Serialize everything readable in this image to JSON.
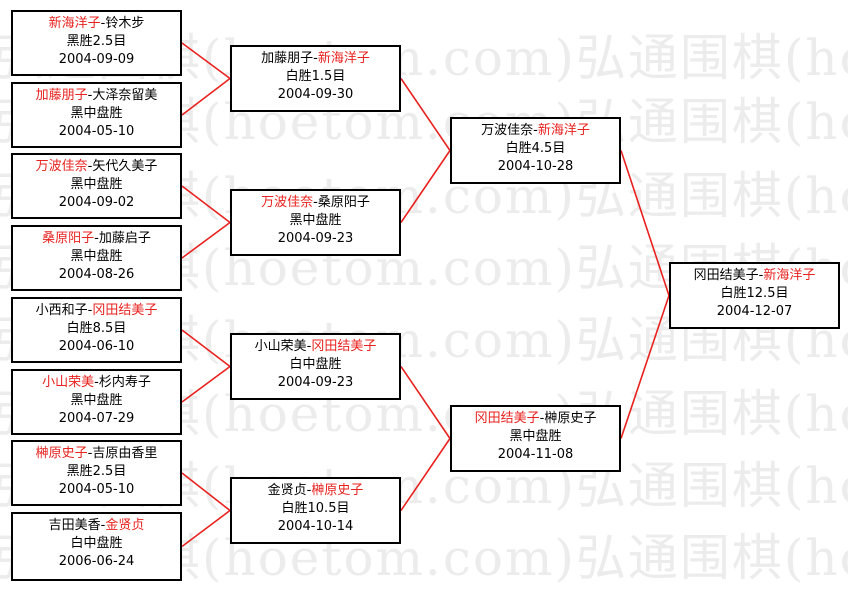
{
  "watermark_text": "弘通围棋(hoetom.com)弘通围棋(hoetom.com)弘通围棋",
  "colors": {
    "winner": "#e8221e",
    "connector": "#e8221e",
    "border": "#000000"
  },
  "matches": [
    {
      "id": "r1m1",
      "p1": "新海洋子",
      "p2": "铃木步",
      "winner": 1,
      "result": "黑胜2.5目",
      "date": "2004-09-09"
    },
    {
      "id": "r1m2",
      "p1": "加藤朋子",
      "p2": "大泽奈留美",
      "winner": 1,
      "result": "黑中盘胜",
      "date": "2004-05-10"
    },
    {
      "id": "r1m3",
      "p1": "万波佳奈",
      "p2": "矢代久美子",
      "winner": 1,
      "result": "黑中盘胜",
      "date": "2004-09-02"
    },
    {
      "id": "r1m4",
      "p1": "桑原阳子",
      "p2": "加藤启子",
      "winner": 1,
      "result": "黑中盘胜",
      "date": "2004-08-26"
    },
    {
      "id": "r1m5",
      "p1": "小西和子",
      "p2": "冈田结美子",
      "winner": 2,
      "result": "白胜8.5目",
      "date": "2004-06-10"
    },
    {
      "id": "r1m6",
      "p1": "小山荣美",
      "p2": "杉内寿子",
      "winner": 1,
      "result": "黑中盘胜",
      "date": "2004-07-29"
    },
    {
      "id": "r1m7",
      "p1": "榊原史子",
      "p2": "吉原由香里",
      "winner": 1,
      "result": "黑胜2.5目",
      "date": "2004-05-10"
    },
    {
      "id": "r1m8",
      "p1": "吉田美香",
      "p2": "金贤贞",
      "winner": 2,
      "result": "白中盘胜",
      "date": "2006-06-24"
    },
    {
      "id": "r2m1",
      "p1": "加藤朋子",
      "p2": "新海洋子",
      "winner": 2,
      "result": "白胜1.5目",
      "date": "2004-09-30"
    },
    {
      "id": "r2m2",
      "p1": "万波佳奈",
      "p2": "桑原阳子",
      "winner": 1,
      "result": "黑中盘胜",
      "date": "2004-09-23"
    },
    {
      "id": "r2m3",
      "p1": "小山荣美",
      "p2": "冈田结美子",
      "winner": 2,
      "result": "白中盘胜",
      "date": "2004-09-23"
    },
    {
      "id": "r2m4",
      "p1": "金贤贞",
      "p2": "榊原史子",
      "winner": 2,
      "result": "白胜10.5目",
      "date": "2004-10-14"
    },
    {
      "id": "r3m1",
      "p1": "万波佳奈",
      "p2": "新海洋子",
      "winner": 2,
      "result": "白胜4.5目",
      "date": "2004-10-28"
    },
    {
      "id": "r3m2",
      "p1": "冈田结美子",
      "p2": "榊原史子",
      "winner": 1,
      "result": "黑中盘胜",
      "date": "2004-11-08"
    },
    {
      "id": "final",
      "p1": "冈田结美子",
      "p2": "新海洋子",
      "winner": 2,
      "result": "白胜12.5目",
      "date": "2004-12-07"
    }
  ]
}
